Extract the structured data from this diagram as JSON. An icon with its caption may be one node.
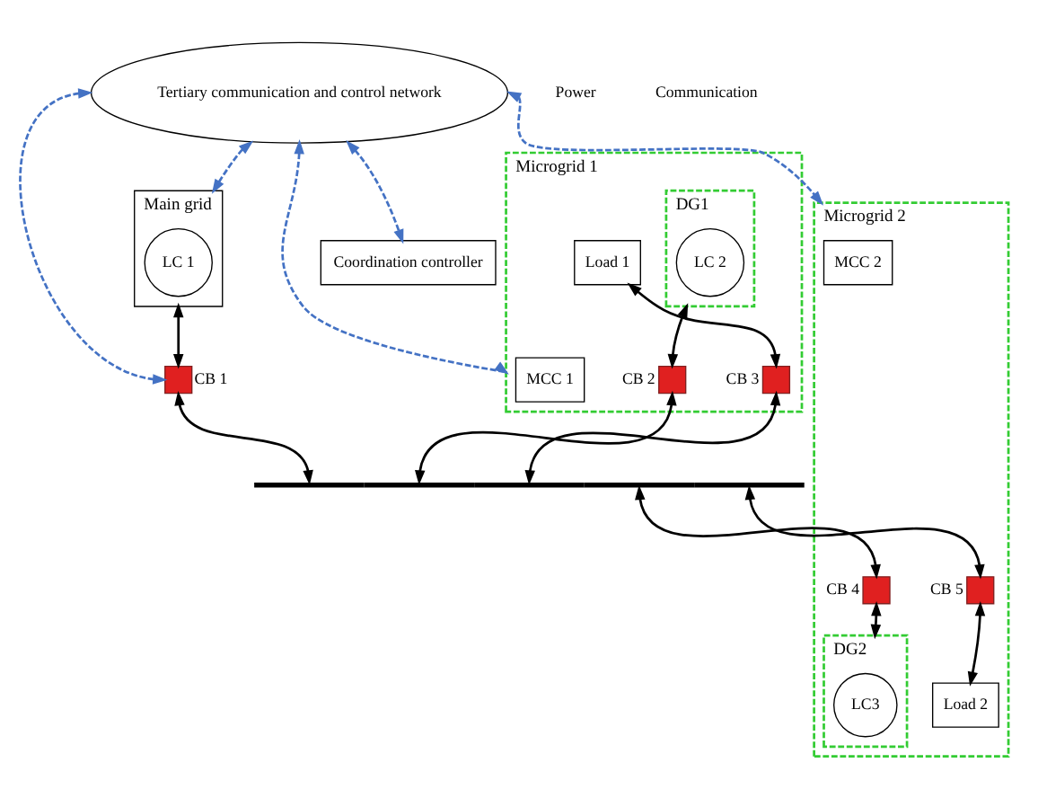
{
  "diagram": {
    "nodes": [
      {
        "text": [
          "Tertiary communication and control network"
        ]
      },
      {
        "text": [
          "Main grid"
        ]
      },
      {
        "text": [
          "LC 1"
        ],
        "in": 1
      },
      {
        "text": [
          "Microgrid 1"
        ]
      },
      {
        "text": [
          "DG1"
        ],
        "in": 3
      },
      {
        "text": [
          "LC 2"
        ],
        "in": 4
      },
      {
        "text": [
          "Load 1"
        ],
        "in": 3
      },
      {
        "text": [
          "MCC 1"
        ],
        "in": 3
      },
      {
        "text": [],
        "shape": "box",
        "beside": [
          "CB 1"
        ]
      },
      {
        "text": [],
        "shape": "box",
        "beside": [
          "CB 2"
        ],
        "in": 3
      },
      {
        "text": [],
        "shape": "box",
        "beside": [
          "CB 3"
        ],
        "in": 3
      },
      {
        "text": [],
        "shape": "bar"
      },
      {
        "text": [
          "Coordination controller"
        ]
      },
      {
        "text": [
          "Microgrid 2"
        ]
      },
      {
        "text": [],
        "shape": "box",
        "beside": [
          "CB 4"
        ],
        "in": 13
      },
      {
        "text": [],
        "shape": "box",
        "beside": [
          "CB 5"
        ],
        "in": 13
      },
      {
        "text": [
          "DG2"
        ],
        "in": 13
      },
      {
        "text": [
          "LC3"
        ],
        "in": 16
      },
      {
        "text": [
          "Load 2"
        ],
        "in": 13
      },
      {
        "text": [
          "MCC 2"
        ],
        "in": 13
      }
    ],
    "edges": [
      {
        "from": 0,
        "to": 3,
        "arrow": "both",
        "style": "dashed",
        "color": "#4472c4"
      },
      {
        "from": 0,
        "to": 1,
        "arrow": "both",
        "style": "dashed",
        "color": "#4472c4"
      },
      {
        "from": 0,
        "to": 8,
        "arrow": "both",
        "style": "dashed",
        "color": "#4472c4"
      },
      {
        "from": 0,
        "to": 12,
        "arrow": "both",
        "style": "dashed",
        "color": "#4472c4"
      },
      {
        "from": 0,
        "to": 13,
        "arrow": "both",
        "style": "dashed",
        "color": "#4472c4"
      },
      {
        "from": 1,
        "to": 8,
        "arrow": "both"
      },
      {
        "from": 8,
        "to": 11,
        "arrow": "both"
      },
      {
        "from": 4,
        "to": 9,
        "arrow": "both"
      },
      {
        "from": 9,
        "to": 11,
        "arrow": "both"
      },
      {
        "from": 6,
        "to": 10,
        "arrow": "both"
      },
      {
        "from": 10,
        "to": 11,
        "arrow": "both"
      },
      {
        "from": 11,
        "to": 14,
        "arrow": "both"
      },
      {
        "from": 14,
        "to": 16,
        "arrow": "both"
      },
      {
        "from": 11,
        "to": 15,
        "arrow": "both"
      },
      {
        "from": 15,
        "to": 18,
        "arrow": "both"
      }
    ],
    "legend": [
      {
        "text": "Power"
      },
      {
        "text": "Communication"
      }
    ]
  }
}
